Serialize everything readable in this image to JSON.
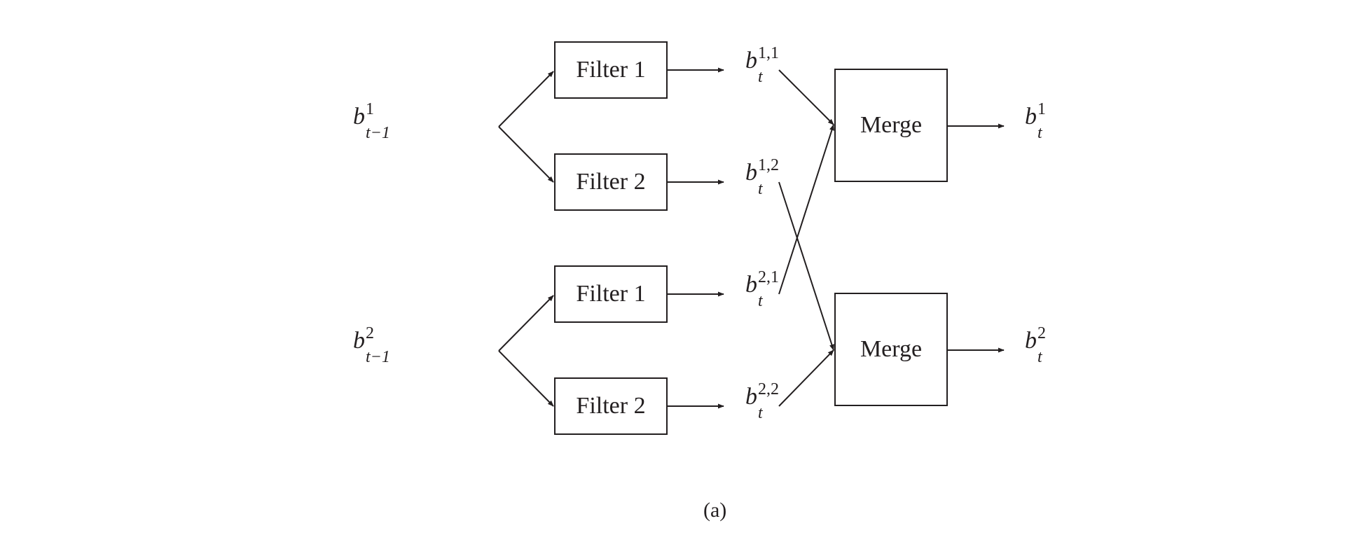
{
  "inputs": [
    {
      "base": "b",
      "sup": "1",
      "sub": "t−1"
    },
    {
      "base": "b",
      "sup": "2",
      "sub": "t−1"
    }
  ],
  "filters": [
    "Filter 1",
    "Filter 2",
    "Filter 1",
    "Filter 2"
  ],
  "intermediates": [
    {
      "base": "b",
      "sup": "1,1",
      "sub": "t"
    },
    {
      "base": "b",
      "sup": "1,2",
      "sub": "t"
    },
    {
      "base": "b",
      "sup": "2,1",
      "sub": "t"
    },
    {
      "base": "b",
      "sup": "2,2",
      "sub": "t"
    }
  ],
  "merges": [
    "Merge",
    "Merge"
  ],
  "outputs": [
    {
      "base": "b",
      "sup": "1",
      "sub": "t"
    },
    {
      "base": "b",
      "sup": "2",
      "sub": "t"
    }
  ],
  "caption": "(a)"
}
